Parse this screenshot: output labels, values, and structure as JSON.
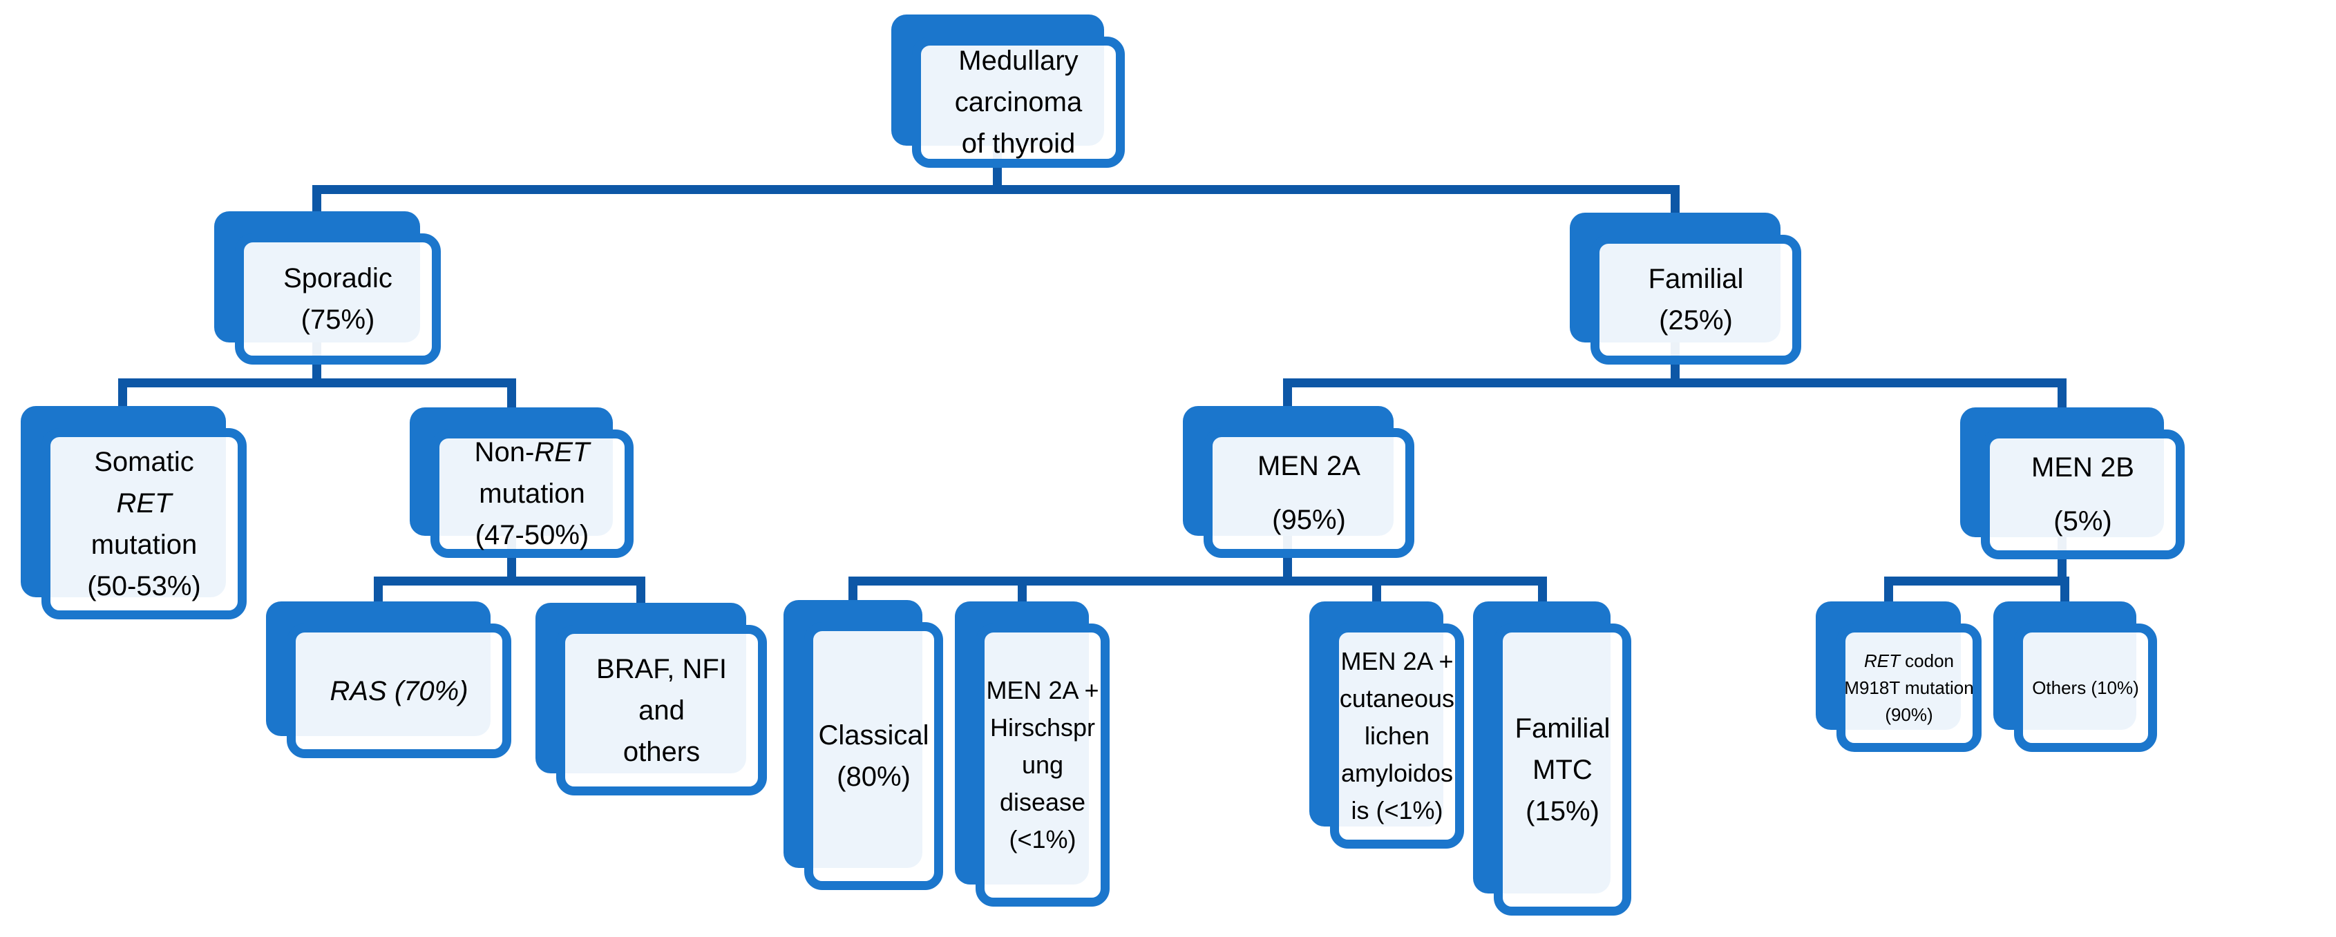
{
  "diagram_title": "Medullary carcinoma of thyroid",
  "colors": {
    "box_blue": "#1B76CC",
    "connector_blue": "#0D57A6",
    "panel_fill": "rgba(255,255,255,0.92)",
    "text": "#000000"
  },
  "nodes": [
    {
      "id": "root",
      "parent": null,
      "lines": [
        [
          "Medullary"
        ],
        [
          "carcinoma"
        ],
        [
          "of thyroid"
        ]
      ]
    },
    {
      "id": "sporadic",
      "parent": "root",
      "lines": [
        [
          "Sporadic"
        ],
        [
          "(75%)"
        ]
      ]
    },
    {
      "id": "familial",
      "parent": "root",
      "lines": [
        [
          "Familial"
        ],
        [
          "(25%)"
        ]
      ]
    },
    {
      "id": "somatic",
      "parent": "sporadic",
      "lines": [
        [
          "Somatic"
        ],
        [
          {
            "t": "RET",
            "i": true
          }
        ],
        [
          "mutation"
        ],
        [
          "(50-53%)"
        ]
      ]
    },
    {
      "id": "nonret",
      "parent": "sporadic",
      "lines": [
        [
          "Non-",
          {
            "t": "RET",
            "i": true
          }
        ],
        [
          "mutation"
        ],
        [
          "(47-50%)"
        ]
      ]
    },
    {
      "id": "men2a",
      "parent": "familial",
      "lines": [
        [
          "MEN 2A"
        ],
        [
          "(95%)"
        ]
      ]
    },
    {
      "id": "men2b",
      "parent": "familial",
      "lines": [
        [
          "MEN 2B"
        ],
        [
          "(5%)"
        ]
      ]
    },
    {
      "id": "ras",
      "parent": "nonret",
      "lines": [
        [
          {
            "t": "RAS (70%)",
            "i": true
          }
        ]
      ]
    },
    {
      "id": "braf",
      "parent": "nonret",
      "lines": [
        [
          "BRAF, NFI"
        ],
        [
          "and"
        ],
        [
          "others"
        ]
      ]
    },
    {
      "id": "classical",
      "parent": "men2a",
      "lines": [
        [
          "Classical"
        ],
        [
          "(80%)"
        ]
      ]
    },
    {
      "id": "hirschsprung",
      "parent": "men2a",
      "lines": [
        [
          "MEN 2A +"
        ],
        [
          "Hirschspr"
        ],
        [
          "ung"
        ],
        [
          "disease"
        ],
        [
          "(<1%)"
        ]
      ]
    },
    {
      "id": "cutaneous",
      "parent": "men2a",
      "lines": [
        [
          "MEN 2A +"
        ],
        [
          "cutaneous"
        ],
        [
          "lichen"
        ],
        [
          "amyloidos"
        ],
        [
          "is (<1%)"
        ]
      ]
    },
    {
      "id": "fmtc",
      "parent": "men2a",
      "lines": [
        [
          "Familial"
        ],
        [
          "MTC"
        ],
        [
          "(15%)"
        ]
      ]
    },
    {
      "id": "retcodon",
      "parent": "men2b",
      "lines": [
        [
          {
            "t": "RET",
            "i": true
          },
          " codon"
        ],
        [
          "M918T mutation"
        ],
        [
          "(90%)"
        ]
      ]
    },
    {
      "id": "others",
      "parent": "men2b",
      "lines": [
        [
          "Others (10%)"
        ]
      ]
    }
  ]
}
